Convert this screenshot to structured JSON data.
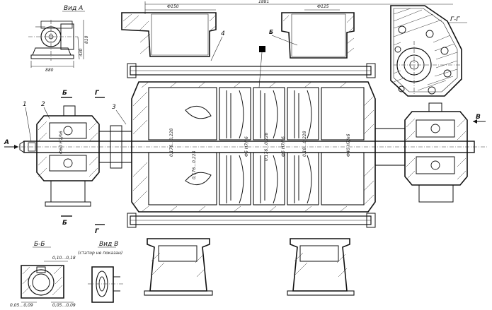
{
  "views": {
    "view_a": "Вид А",
    "view_v": "Вид В",
    "view_v_note": "(статор не показан)",
    "section_gg": "Г-Г",
    "section_bb": "Б-Б"
  },
  "markers": {
    "a": "А",
    "b_top": "Б",
    "b_bottom": "Б",
    "g_top": "Г",
    "g_bottom": "Г",
    "v": "В",
    "b_upper": "Б"
  },
  "callouts": {
    "c1": "1",
    "c2": "2",
    "c3": "3",
    "c4": "4"
  },
  "dimensions": {
    "overall": "1881",
    "flange_left": "Ф150",
    "flange_right": "Ф125",
    "view_a_height": "810",
    "view_a_mid": "430",
    "view_a_base": "880",
    "fit_1": "Ф60 Н7/h6",
    "fit_2": "0,176…0,228",
    "fit_3": "0,176…0,228",
    "fit_4": "Ф5 Н7/h6",
    "fit_5": "0,176…0,228",
    "fit_6": "Ф5 Н7/h6",
    "fit_7": "0,18…0,228",
    "fit_8": "Ф40 Н7/к6",
    "bb_gap_top": "0,10…0,18",
    "bb_gap_left": "0,05…0,09",
    "bb_gap_right": "0,05…0,09"
  }
}
